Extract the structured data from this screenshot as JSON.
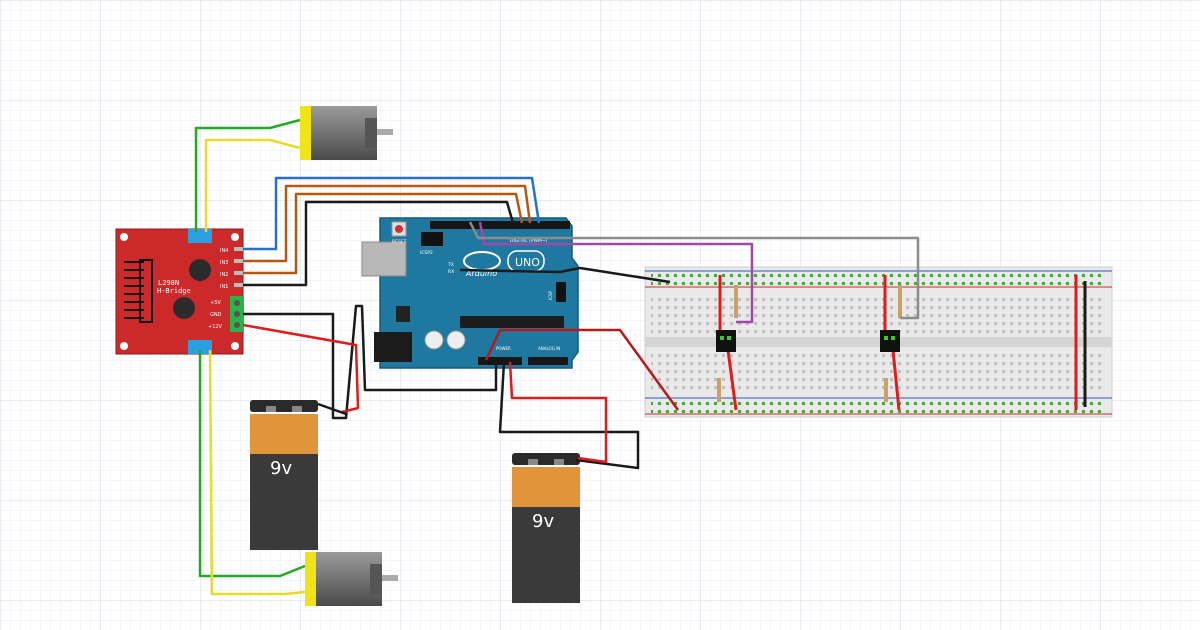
{
  "canvas": {
    "grid_minor_color": "#e6ecf2",
    "grid_major_color": "#d3dbe4",
    "background": "#ffffff"
  },
  "hbridge": {
    "title": "L298N",
    "subtitle": "H-Bridge",
    "pins": [
      "IN4",
      "IN3",
      "IN2",
      "IN1"
    ],
    "power_pins": [
      "+5V",
      "GND",
      "+12V"
    ],
    "color": "#cc2a2a"
  },
  "arduino": {
    "brand": "Arduino",
    "model": "UNO",
    "reset_label": "RESET",
    "icsp_label": "ICSP2",
    "icsp1_label": "ICSP",
    "tx_label": "TX",
    "rx_label": "RX",
    "digital_label": "DIGITAL (PWM~)",
    "analog_label": "ANALOG IN",
    "power_label": "POWER",
    "color": "#1f78a0"
  },
  "batteries": [
    {
      "label": "9v"
    },
    {
      "label": "9v"
    }
  ],
  "motors": [
    {
      "name": "top-motor"
    },
    {
      "name": "bottom-motor"
    }
  ],
  "wire_colors": {
    "red": "#e01b1b",
    "black": "#1a1a1a",
    "green": "#22aa22",
    "yellow": "#e6dc2a",
    "blue": "#2a6fd0",
    "brown": "#b35a10",
    "purple": "#a04aa8",
    "gray": "#8c8c8c"
  }
}
